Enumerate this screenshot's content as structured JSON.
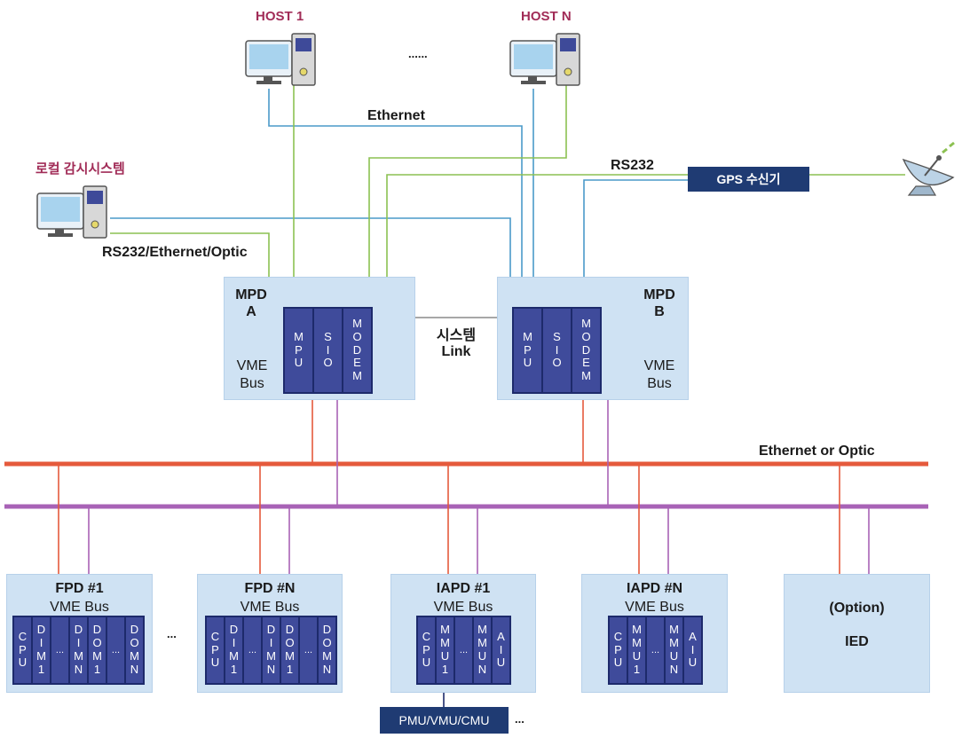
{
  "hosts": {
    "host1": "HOST 1",
    "hostN": "HOST N",
    "dots": "......",
    "local": "로컬 감시시스템"
  },
  "links": {
    "ethernet": "Ethernet",
    "rs232": "RS232",
    "local_link": "RS232/Ethernet/Optic",
    "system_link_1": "시스템",
    "system_link_2": "Link",
    "bus": "Ethernet or Optic"
  },
  "gps": "GPS 수신기",
  "mpd_a": {
    "title1": "MPD",
    "title2": "A",
    "vme1": "VME",
    "vme2": "Bus",
    "modules": [
      "MPU",
      "SIO",
      "MODEM"
    ]
  },
  "mpd_b": {
    "title1": "MPD",
    "title2": "B",
    "vme1": "VME",
    "vme2": "Bus",
    "modules": [
      "MPU",
      "SIO",
      "MODEM"
    ]
  },
  "fpd1": {
    "title": "FPD #1",
    "sub": "VME Bus",
    "modules": [
      "CPU",
      "DIM1",
      "...",
      "DIMN",
      "DOM1",
      "...",
      "DOMN"
    ]
  },
  "fpdN": {
    "title": "FPD #N",
    "sub": "VME Bus",
    "modules": [
      "CPU",
      "DIM1",
      "...",
      "DIMN",
      "DOM1",
      "...",
      "DOMN"
    ]
  },
  "fpd_gap": "...",
  "iapd1": {
    "title": "IAPD #1",
    "sub": "VME Bus",
    "modules": [
      "CPU",
      "MMU1",
      "...",
      "MMUN",
      "AIU"
    ]
  },
  "iapdN": {
    "title": "IAPD #N",
    "sub": "VME Bus",
    "modules": [
      "CPU",
      "MMU1",
      "...",
      "MMUN",
      "AIU"
    ]
  },
  "option": {
    "line1": "(Option)",
    "line2": "IED"
  },
  "pmu": "PMU/VMU/CMU",
  "pmu_dots": "...",
  "colors": {
    "ethernet": "#4a9ac9",
    "rs232": "#8cc152",
    "bus_red": "#e55a3c",
    "bus_purple": "#a862b6",
    "module": "#3f4b9b",
    "box": "#cfe2f3",
    "gps": "#1f3b73",
    "host_label": "#a12c57"
  }
}
